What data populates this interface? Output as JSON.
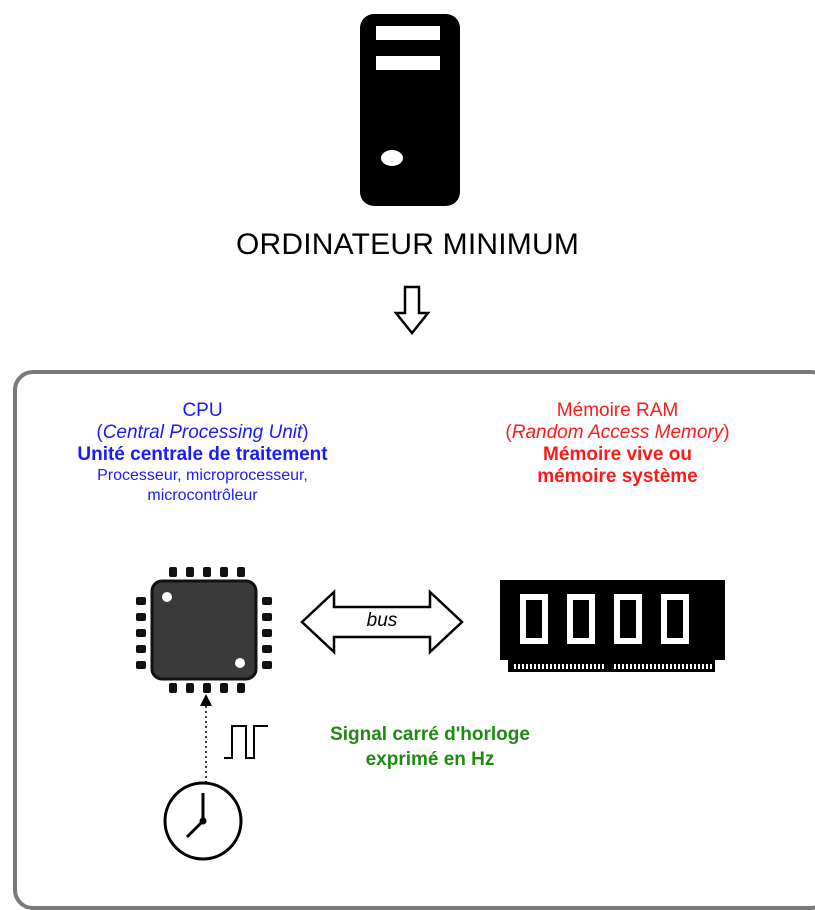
{
  "title": "ORDINATEUR MINIMUM",
  "cpu": {
    "line1": "CPU",
    "line2_open": "(",
    "line2_italic": "Central Processing Unit",
    "line2_close": ")",
    "line3": "Unité centrale de traitement",
    "line4": "Processeur, microprocesseur,",
    "line5": "microcontrôleur"
  },
  "ram": {
    "line1": "Mémoire RAM",
    "line2_open": "(",
    "line2_italic": "Random Access Memory",
    "line2_close": ")",
    "line3": "Mémoire vive ou",
    "line4": "mémoire système"
  },
  "bus_label": "bus",
  "clock": {
    "line1": "Signal carré d'horloge",
    "line2": "exprimé en Hz"
  },
  "colors": {
    "cpu_text": "#1a1aff",
    "ram_text": "#ff1a1a",
    "clock_text": "#1e8a14",
    "box_border": "#7a7a7a"
  }
}
